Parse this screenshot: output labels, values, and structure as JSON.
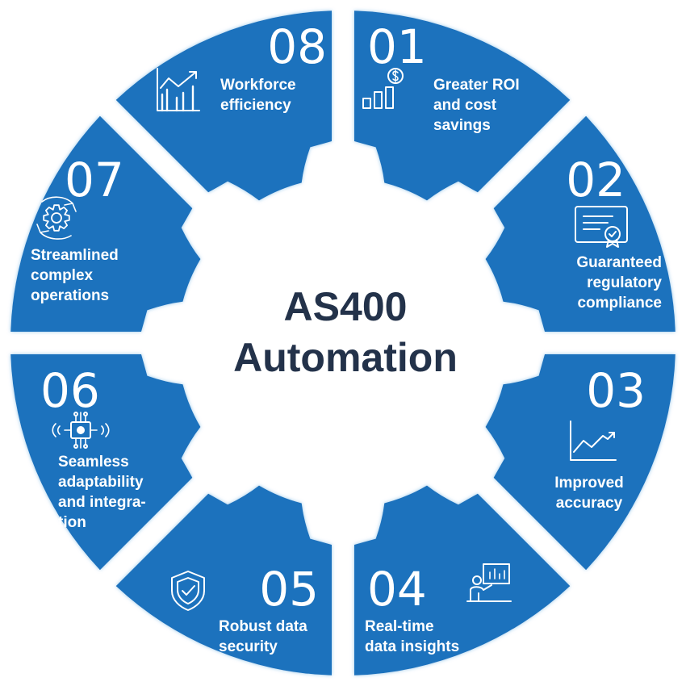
{
  "center": {
    "line1": "AS400",
    "line2": "Automation"
  },
  "colors": {
    "segment": "#1a72bd",
    "segment_shadow": "#8cc2e8",
    "title": "#23324a",
    "icon": "#ffffff"
  },
  "segments": [
    {
      "number": "01",
      "lines": [
        "Greater ROI",
        "and cost",
        "savings"
      ],
      "icon": "bar-chart-dollar-icon"
    },
    {
      "number": "02",
      "lines": [
        "Guaranteed",
        "regulatory",
        "compliance"
      ],
      "icon": "certificate-icon"
    },
    {
      "number": "03",
      "lines": [
        "Improved",
        "accuracy"
      ],
      "icon": "trend-up-chart-icon"
    },
    {
      "number": "04",
      "lines": [
        "Real-time",
        "data insights"
      ],
      "icon": "presentation-icon"
    },
    {
      "number": "05",
      "lines": [
        "Robust data",
        "security"
      ],
      "icon": "shield-check-icon"
    },
    {
      "number": "06",
      "lines": [
        "Seamless",
        "adaptability",
        "and integra-",
        "tion"
      ],
      "icon": "chip-network-icon"
    },
    {
      "number": "07",
      "lines": [
        "Streamlined",
        "complex",
        "operations"
      ],
      "icon": "gear-cycle-icon"
    },
    {
      "number": "08",
      "lines": [
        "Workforce",
        "efficiency"
      ],
      "icon": "growth-bars-icon"
    }
  ]
}
